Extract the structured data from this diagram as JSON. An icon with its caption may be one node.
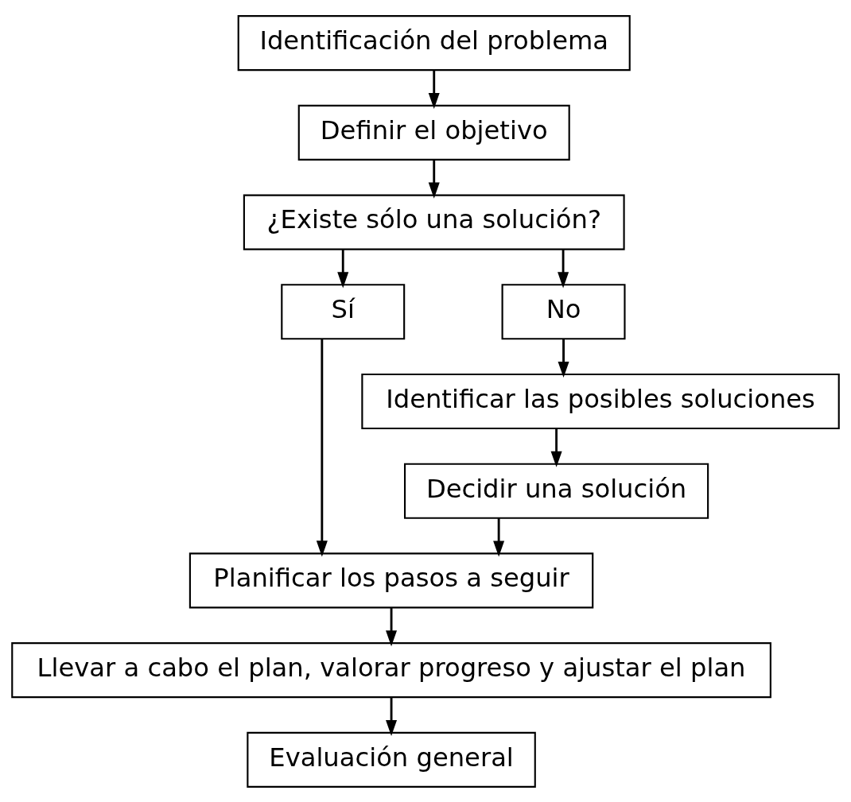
{
  "diagram": {
    "nodes": [
      {
        "text": [
          "Identificación del problema"
        ]
      },
      {
        "text": [
          "Definir el objetivo"
        ]
      },
      {
        "text": [
          "¿Existe sólo una solución?"
        ]
      },
      {
        "text": [
          "Sí"
        ]
      },
      {
        "text": [
          "No"
        ]
      },
      {
        "text": [
          "Identificar las posibles soluciones"
        ]
      },
      {
        "text": [
          "Decidir una solución"
        ]
      },
      {
        "text": [
          "Planificar los pasos a seguir"
        ]
      },
      {
        "text": [
          "Llevar a cabo el plan, valorar progreso y ajustar el plan"
        ]
      },
      {
        "text": [
          "Evaluación general"
        ]
      }
    ],
    "edges": [
      {
        "from": 0,
        "to": 1,
        "arrow": "to"
      },
      {
        "from": 1,
        "to": 2,
        "arrow": "to"
      },
      {
        "from": 2,
        "to": 3,
        "arrow": "to"
      },
      {
        "from": 2,
        "to": 4,
        "arrow": "to"
      },
      {
        "from": 4,
        "to": 5,
        "arrow": "to"
      },
      {
        "from": 5,
        "to": 6,
        "arrow": "to"
      },
      {
        "from": 6,
        "to": 7,
        "arrow": "to"
      },
      {
        "from": 3,
        "to": 7,
        "arrow": "to"
      },
      {
        "from": 7,
        "to": 8,
        "arrow": "to"
      },
      {
        "from": 8,
        "to": 9,
        "arrow": "to"
      }
    ]
  }
}
